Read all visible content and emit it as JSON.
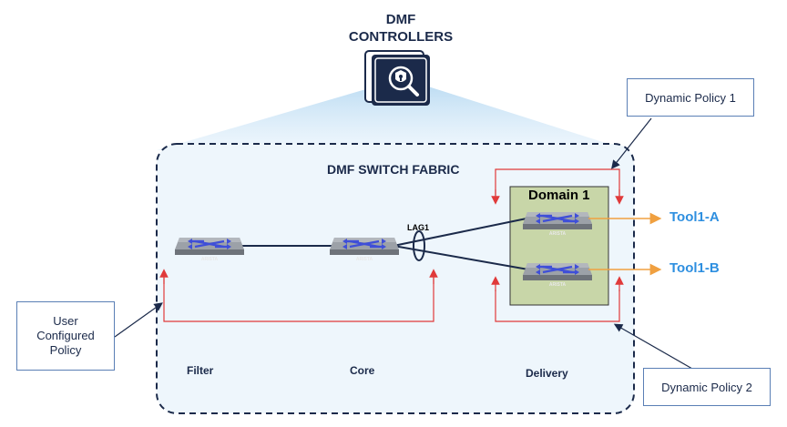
{
  "controllers": {
    "title_line1": "DMF",
    "title_line2": "CONTROLLERS",
    "icon": "controller-shield-search-icon"
  },
  "fabric": {
    "title": "DMF SWITCH FABRIC"
  },
  "domain": {
    "label": "Domain 1"
  },
  "switch_brand": "ARISTA",
  "lag": {
    "label": "LAG1"
  },
  "sections": {
    "filter": "Filter",
    "core": "Core",
    "delivery": "Delivery"
  },
  "tools": {
    "a": "Tool1-A",
    "b": "Tool1-B"
  },
  "policies": {
    "dynamic1": "Dynamic Policy 1",
    "dynamic2": "Dynamic Policy 2",
    "user_line1": "User",
    "user_line2": "Configured",
    "user_line3": "Policy"
  },
  "colors": {
    "navy": "#1b2a4a",
    "fabric_bg": "#eef6fc",
    "domain_bg": "#c8d6a8",
    "red_arrow": "#e03a3a",
    "orange_arrow": "#f0a040",
    "tool_text": "#2e8fe0",
    "switch_body": "#8e939a",
    "switch_arrows": "#3f4fd8"
  }
}
